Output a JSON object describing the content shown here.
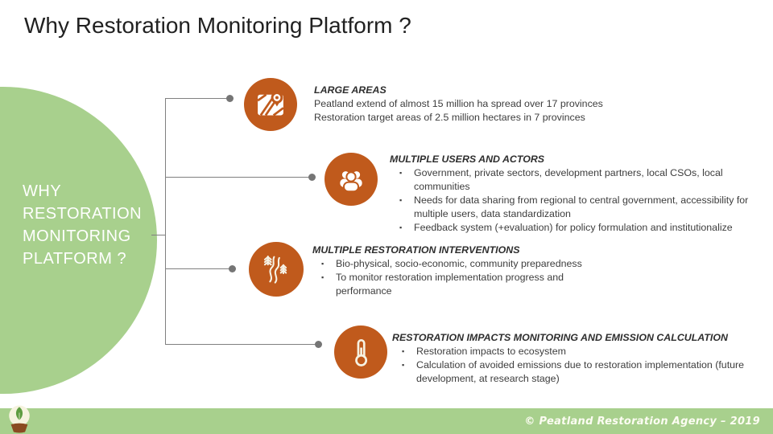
{
  "slide": {
    "title": "Why Restoration Monitoring Platform ?",
    "footer": "© Peatland Restoration Agency – 2019"
  },
  "bubble": {
    "lines": [
      "WHY",
      "RESTORATION",
      "MONITORING",
      "PLATFORM ?"
    ]
  },
  "bullet_char": "▪",
  "colors": {
    "accent_orange": "#C05A1C",
    "bubble_green": "#A8D08D",
    "footer_green": "#A8D08D",
    "connector_gray": "#808080",
    "body_text": "#3d3d3d"
  },
  "icons": [
    "map-icon",
    "users-group-icon",
    "winding-road-icon",
    "thermometer-icon",
    "peatland-agency-logo"
  ],
  "sections": [
    {
      "icon": "map-icon",
      "title": "LARGE AREAS",
      "lines": [
        "Peatland extend of almost 15 million ha spread over 17 provinces",
        "Restoration target areas of 2.5 million hectares in 7 provinces"
      ]
    },
    {
      "icon": "users-group-icon",
      "title": "MULTIPLE USERS AND ACTORS",
      "bullets": [
        "Government, private sectors, development partners, local CSOs, local communities",
        "Needs for data sharing from regional to central government, accessibility for multiple users, data standardization",
        "Feedback system (+evaluation) for policy formulation and institutionalize"
      ]
    },
    {
      "icon": "winding-road-icon",
      "title": "MULTIPLE RESTORATION INTERVENTIONS",
      "bullets": [
        "Bio-physical, socio-economic, community preparedness",
        "To monitor restoration implementation progress and performance"
      ]
    },
    {
      "icon": "thermometer-icon",
      "title": "RESTORATION IMPACTS MONITORING AND EMISSION CALCULATION",
      "bullets": [
        "Restoration impacts to ecosystem",
        "Calculation of avoided emissions due to restoration implementation (future development, at research stage)"
      ]
    }
  ]
}
